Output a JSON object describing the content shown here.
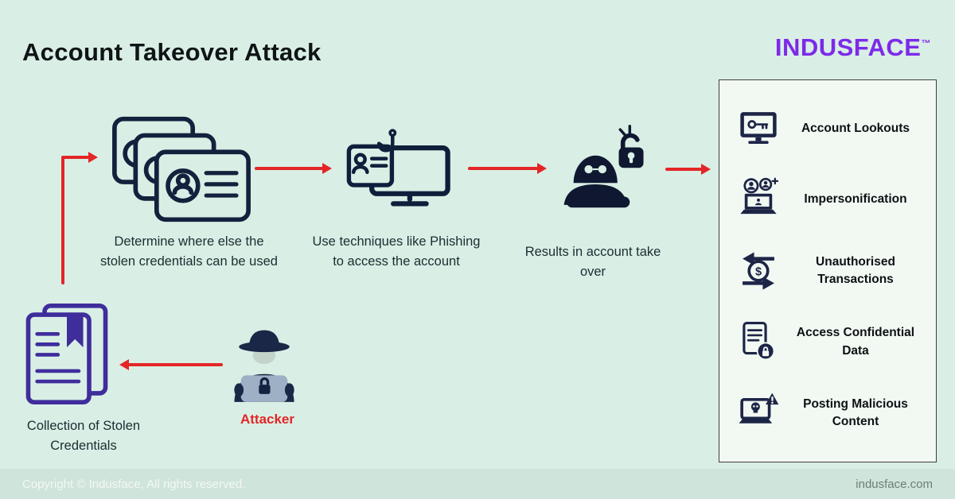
{
  "header": {
    "title": "Account Takeover Attack",
    "logo_text": "INDUSFACE",
    "logo_tm": "™"
  },
  "flow": {
    "step1": "Determine where else the stolen credentials can be used",
    "step2": "Use techniques like Phishing to access the account",
    "step3": "Results in account take over",
    "collection_label": "Collection of Stolen Credentials",
    "attacker_label": "Attacker"
  },
  "panel": {
    "items": [
      {
        "label": "Account Lookouts",
        "icon": "monitor-key-icon"
      },
      {
        "label": "Impersonification",
        "icon": "impersonation-users-icon"
      },
      {
        "label": "Unauthorised Transactions",
        "icon": "money-exchange-icon"
      },
      {
        "label": "Access Confidential Data",
        "icon": "document-lock-icon"
      },
      {
        "label": "Posting Malicious Content",
        "icon": "laptop-warning-skull-icon"
      }
    ]
  },
  "footer": {
    "copyright": "Copyright © Indusface, All rights reserved.",
    "website": "indusface.com"
  },
  "colors": {
    "background": "#d9efe5",
    "arrow_red": "#e42527",
    "brand_purple": "#7d2ae8",
    "icon_navy": "#15213d",
    "document_purple": "#3f2d9c"
  }
}
